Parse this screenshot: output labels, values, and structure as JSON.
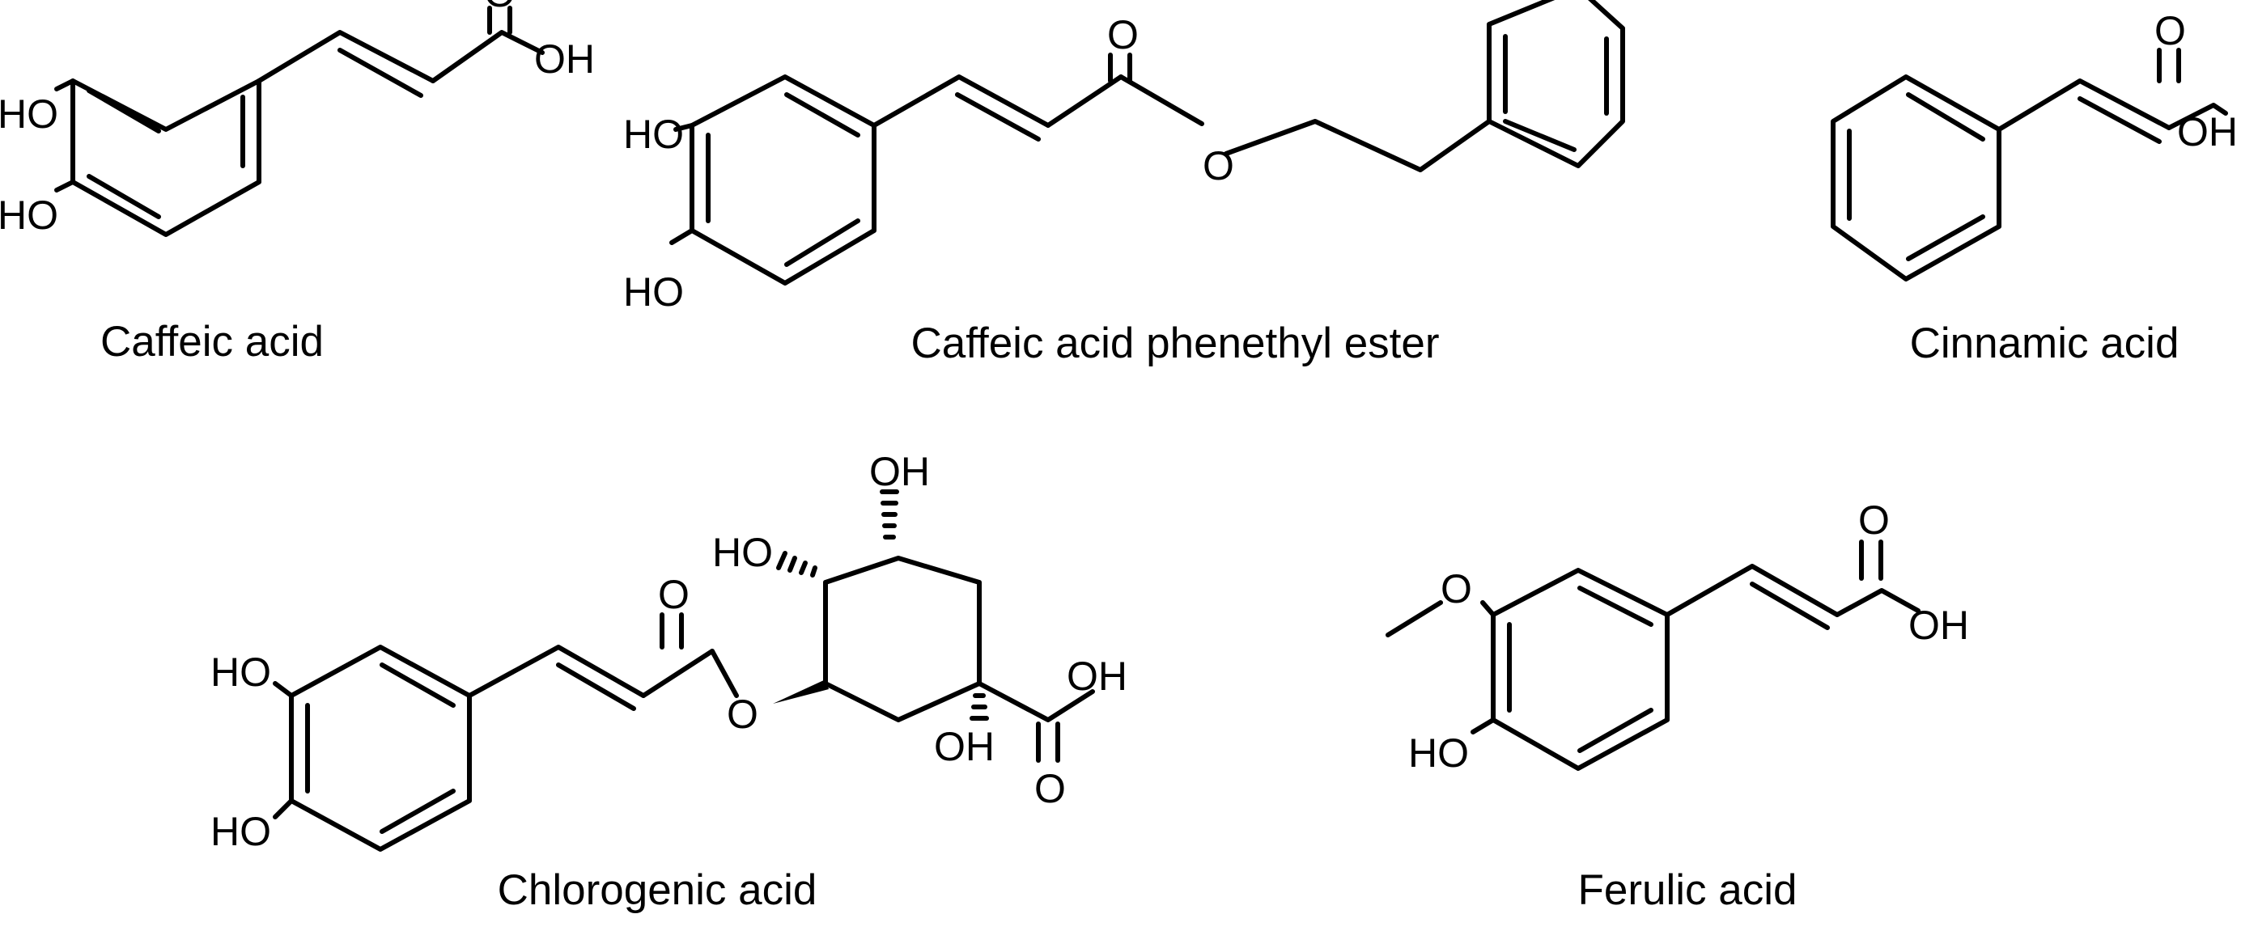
{
  "theme": {
    "ink": "#000000",
    "background": "#ffffff"
  },
  "compounds": [
    {
      "id": "caffeic",
      "caption": "Caffeic acid",
      "atoms": {
        "ho_top": "HO",
        "ho_bottom": "HO",
        "carbonyl_o": "O",
        "acid_oh": "OH"
      }
    },
    {
      "id": "cape",
      "caption": "Caffeic acid phenethyl ester",
      "atoms": {
        "ho_top": "HO",
        "ho_bottom": "HO",
        "carbonyl_o": "O",
        "ester_o": "O"
      }
    },
    {
      "id": "cinnamic",
      "caption": "Cinnamic acid",
      "atoms": {
        "carbonyl_o": "O",
        "acid_oh": "OH"
      }
    },
    {
      "id": "chlorogenic",
      "caption": "Chlorogenic acid",
      "atoms": {
        "ho_top": "HO",
        "ho_bottom": "HO",
        "carbonyl_o": "O",
        "ester_o": "O",
        "oh_c5": "OH",
        "ho_c4": "HO",
        "acid_oh": "OH",
        "oh_c1": "OH",
        "acid_o": "O"
      }
    },
    {
      "id": "ferulic",
      "caption": "Ferulic acid",
      "atoms": {
        "methoxy_o": "O",
        "ho": "HO",
        "carbonyl_o": "O",
        "acid_oh": "OH"
      }
    }
  ]
}
